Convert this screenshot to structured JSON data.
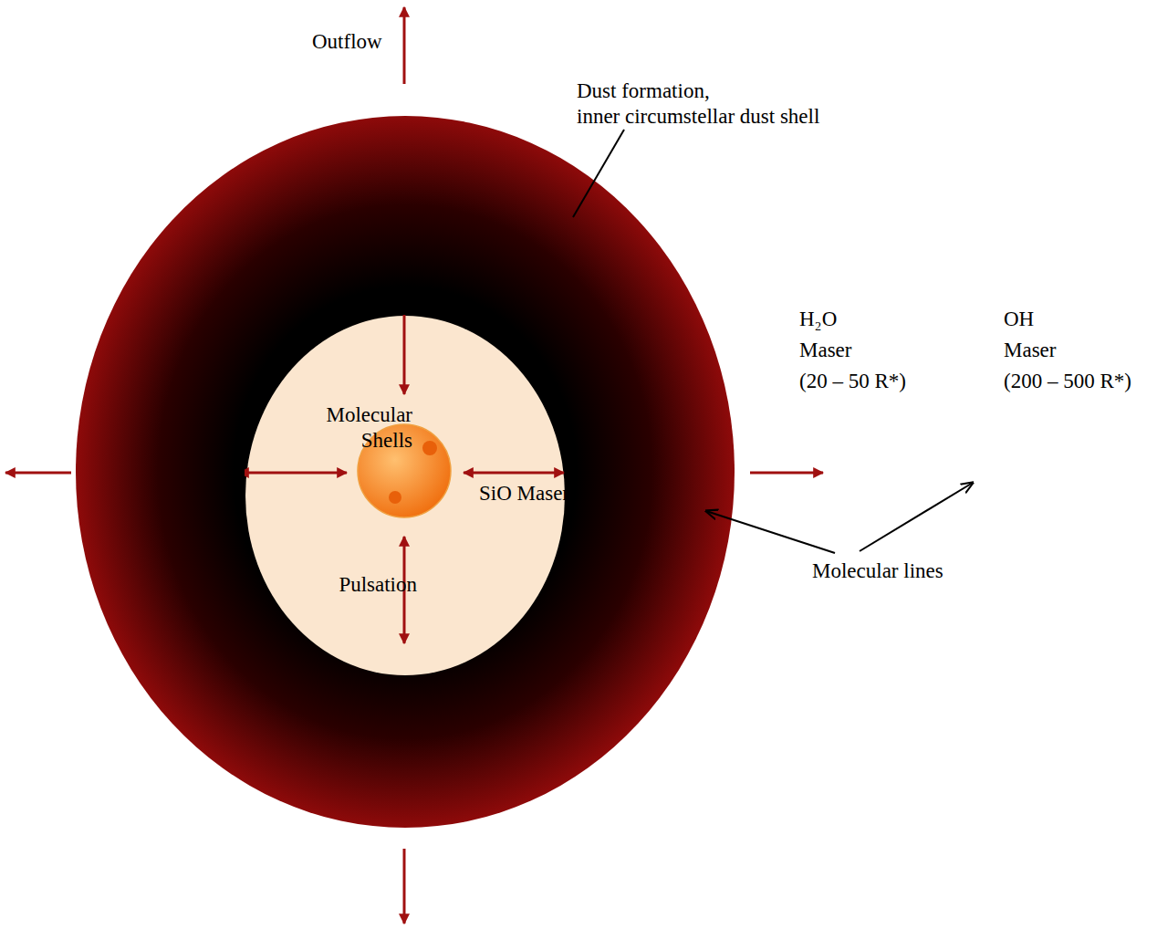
{
  "diagram": {
    "nodes": [
      {
        "text": [
          "Molecular Shells",
          "SiO Maser",
          "Pulsation"
        ]
      }
    ],
    "labels": [
      "Outflow",
      "Dust formation,",
      "inner circumstellar dust shell",
      "H₂O",
      "Maser",
      "(20 – 50 R*)",
      "OH",
      "Maser",
      "(200 – 500 R*)",
      "Molecular lines"
    ]
  }
}
